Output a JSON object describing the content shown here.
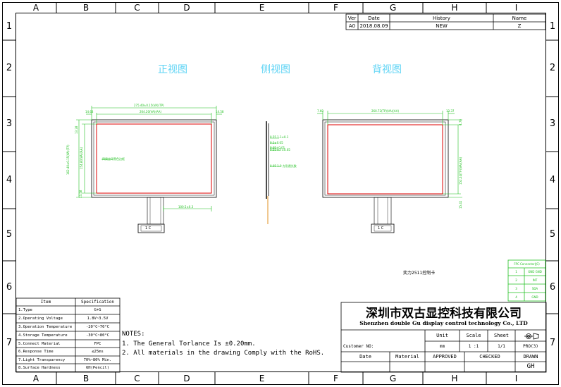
{
  "border": {
    "columns": [
      "A",
      "B",
      "C",
      "D",
      "E",
      "F",
      "G",
      "H",
      "I"
    ],
    "rows": [
      "1",
      "2",
      "3",
      "4",
      "5",
      "6",
      "7"
    ]
  },
  "history": {
    "headers": [
      "Ver",
      "Date",
      "History",
      "Name"
    ],
    "rows": [
      [
        "A0",
        "2018.08.09",
        "NEW",
        "Z"
      ]
    ]
  },
  "views": {
    "front": "正视图",
    "side": "侧视图",
    "back": "背视图"
  },
  "front_view": {
    "dim_top_total": "275.40±0.15(VA)(TP)",
    "dim_top_inner": "264.20(VA)(AA)",
    "dim_left_margin": "14.63",
    "dim_right_margin": "14.58",
    "dim_left_h1": "162.40±0.15(VA)(TP)",
    "dim_left_h2": "154.80(VA)(AA)",
    "dim_left_top": "13.28",
    "dim_left_bottom": "13.58",
    "center_note": "四周丝印黑色边框",
    "fpc_dim": "100.5±0.3",
    "fpc_label": "1  C"
  },
  "side_view": {
    "notes": [
      "0.55  1.1±0.1",
      "0.1±0.05",
      "0.05±0.01",
      "0.55  0.7±0.05",
      "0.05  1.0  方形透光胶"
    ]
  },
  "back_view": {
    "dim_top": "260.72(TP)(VA)(AA)",
    "dim_left": "7.60",
    "dim_right": "13.37",
    "dim_right_top": "4.79",
    "dim_right_h": "152.24(TP)(VA)(AA)",
    "dim_right_bottom": "15.41",
    "fpc_label": "1  C"
  },
  "connector_note": "奕力2511控制卡",
  "fpc_connector": {
    "title": "FPC Connector(JC)",
    "rows": [
      [
        "1",
        "GND GND"
      ],
      [
        "2",
        "INT"
      ],
      [
        "3",
        "SDA"
      ],
      [
        "4",
        "GND"
      ]
    ]
  },
  "spec_table": {
    "headers": [
      "Item",
      "Specification"
    ],
    "rows": [
      [
        "1.Type",
        "G+G"
      ],
      [
        "2.Operating Voltage",
        "1.8V~3.5V"
      ],
      [
        "3.Operation Temperature",
        "-20°C~70°C"
      ],
      [
        "4.Storage Temperature",
        "-30°C~80°C"
      ],
      [
        "5.Connect Material",
        "FPC"
      ],
      [
        "6.Response Time",
        "≤25ms"
      ],
      [
        "7.Light Transparency",
        "70%~80% Min."
      ],
      [
        "8.Surface Hardness",
        "6H(Pencil)"
      ]
    ]
  },
  "notes": {
    "title": "NOTES:",
    "lines": [
      "1. The General Torlance Is ±0.20mm.",
      "2.  All materials in the drawing Comply with the RoHS."
    ]
  },
  "title_block": {
    "company_cn": "深圳市双古显控科技有限公司",
    "company_en": "Shenzhen double Gu display control technology Co., LTD",
    "customer_label": "Customer NO:",
    "unit_label": "Unit",
    "unit_value": "mm",
    "scale_label": "Scale",
    "scale_value": "1 :1",
    "sheet_label": "Sheet",
    "sheet_value": "1/1",
    "projection_label": "PRO(3)",
    "date_label": "Date",
    "material_label": "Material",
    "approved_label": "APPROVED",
    "checked_label": "CHECKED",
    "drawn_label": "DRAWN",
    "drawn_value": "GH"
  }
}
